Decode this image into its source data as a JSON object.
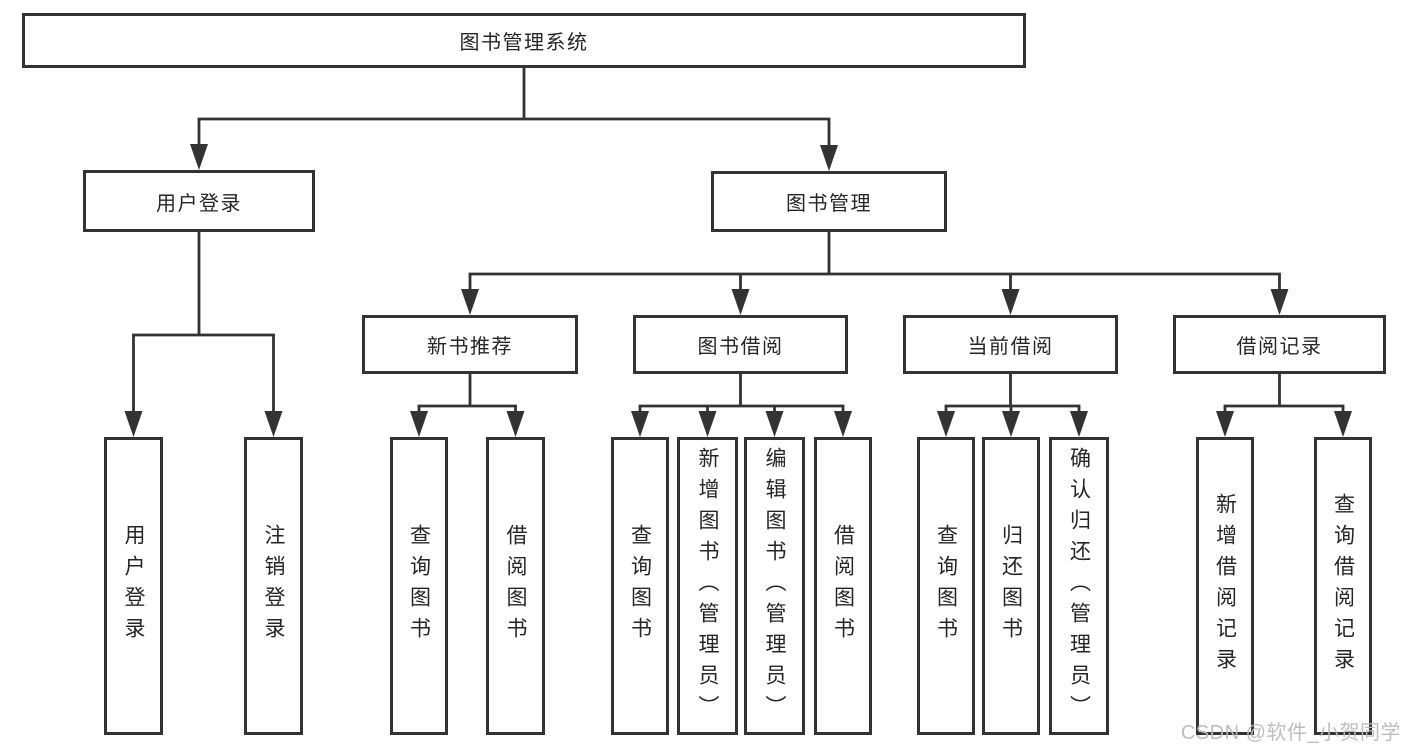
{
  "nodes": {
    "root": {
      "label": "图书管理系统"
    },
    "user_login": {
      "label": "用户登录"
    },
    "book_mgmt": {
      "label": "图书管理"
    },
    "new_book_rec": {
      "label": "新书推荐"
    },
    "book_borrow": {
      "label": "图书借阅"
    },
    "current_borrow": {
      "label": "当前借阅"
    },
    "borrow_record": {
      "label": "借阅记录"
    },
    "leaf_user_login": {
      "label": "用户登录"
    },
    "leaf_logout": {
      "label": "注销登录"
    },
    "leaf_rec_query": {
      "label": "查询图书"
    },
    "leaf_rec_borrow": {
      "label": "借阅图书"
    },
    "leaf_bb_query": {
      "label": "查询图书"
    },
    "leaf_bb_add": {
      "label": "新增图书（管理员）"
    },
    "leaf_bb_edit": {
      "label": "编辑图书（管理员）"
    },
    "leaf_bb_borrow": {
      "label": "借阅图书"
    },
    "leaf_cb_query": {
      "label": "查询图书"
    },
    "leaf_cb_return": {
      "label": "归还图书"
    },
    "leaf_cb_confirm": {
      "label": "确认归还（管理员）"
    },
    "leaf_br_add": {
      "label": "新增借阅记录"
    },
    "leaf_br_query": {
      "label": "查询借阅记录"
    }
  },
  "watermark": {
    "text": "CSDN @软件_小贺同学"
  },
  "colors": {
    "line": "#333333",
    "box_border": "#333333",
    "text": "#262626",
    "watermark": "#b9b9b9",
    "background": "#ffffff"
  }
}
